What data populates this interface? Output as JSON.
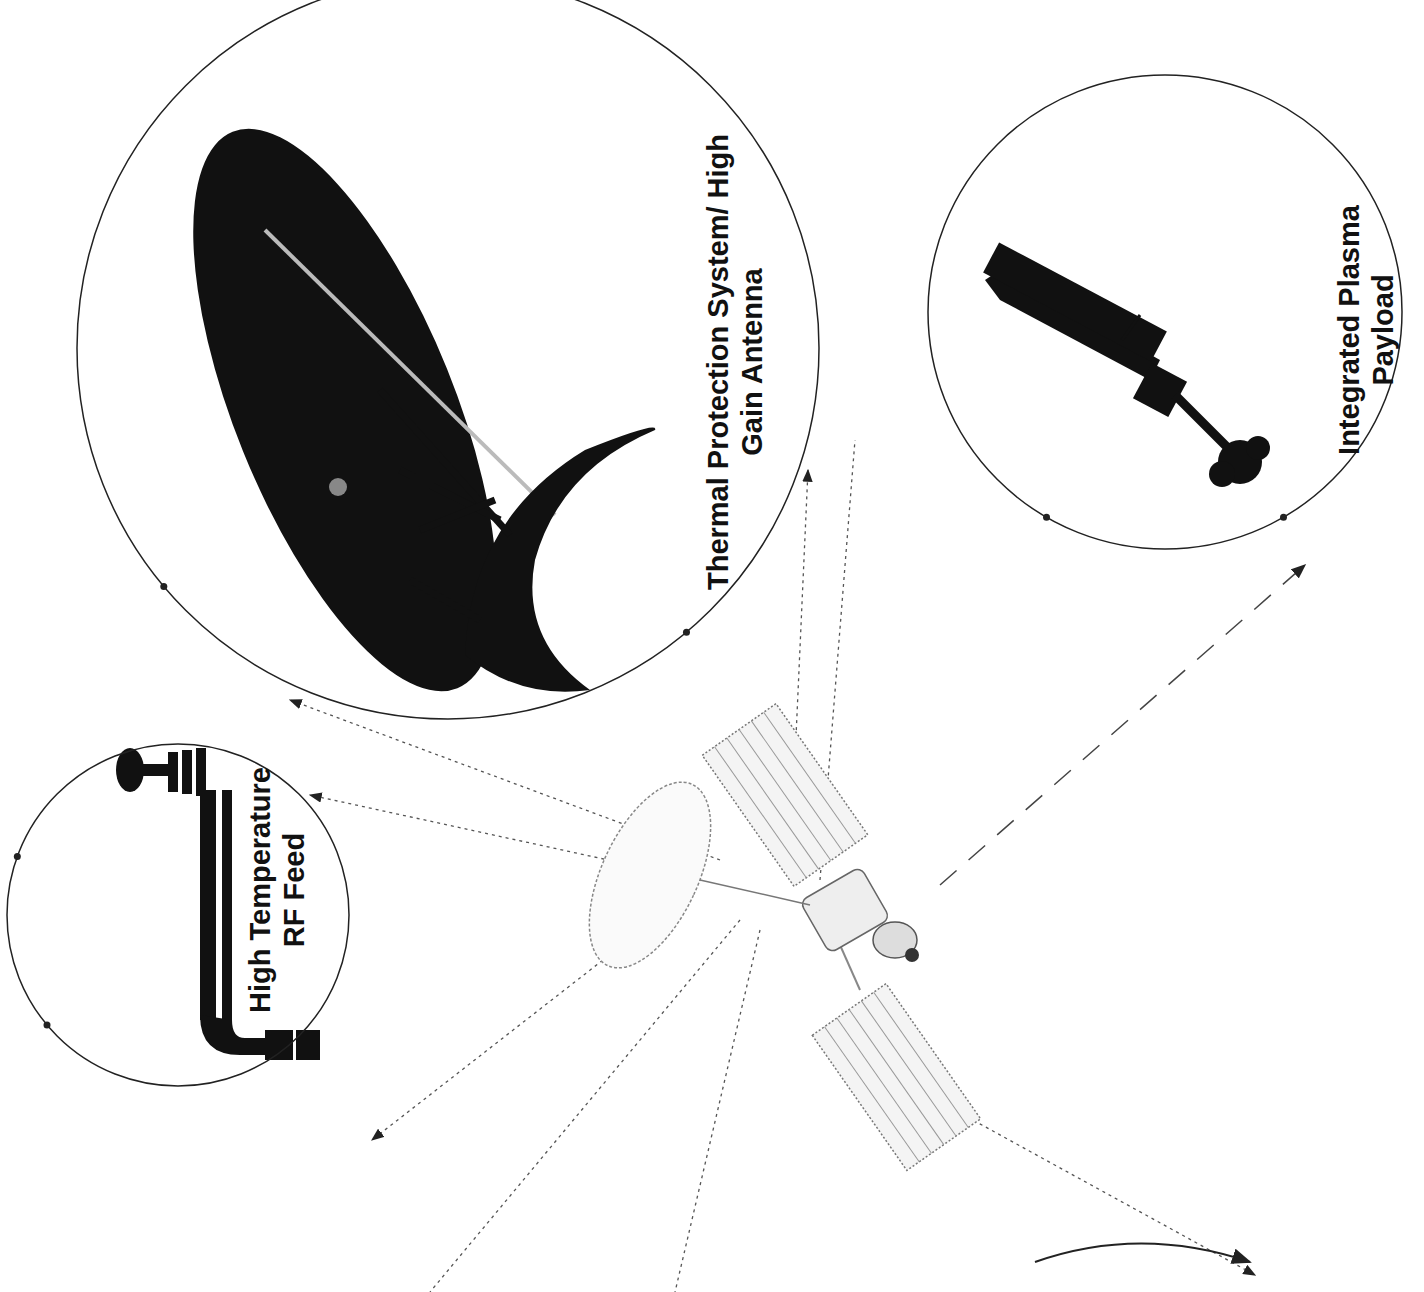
{
  "diagram": {
    "nodes": [
      {
        "text": [
          "High Temperature RF Feed"
        ]
      },
      {
        "text": [
          "Thermal Protection System/ High Gain Antenna"
        ]
      },
      {
        "text": [
          "Integrated Plasma Payload"
        ]
      }
    ]
  }
}
